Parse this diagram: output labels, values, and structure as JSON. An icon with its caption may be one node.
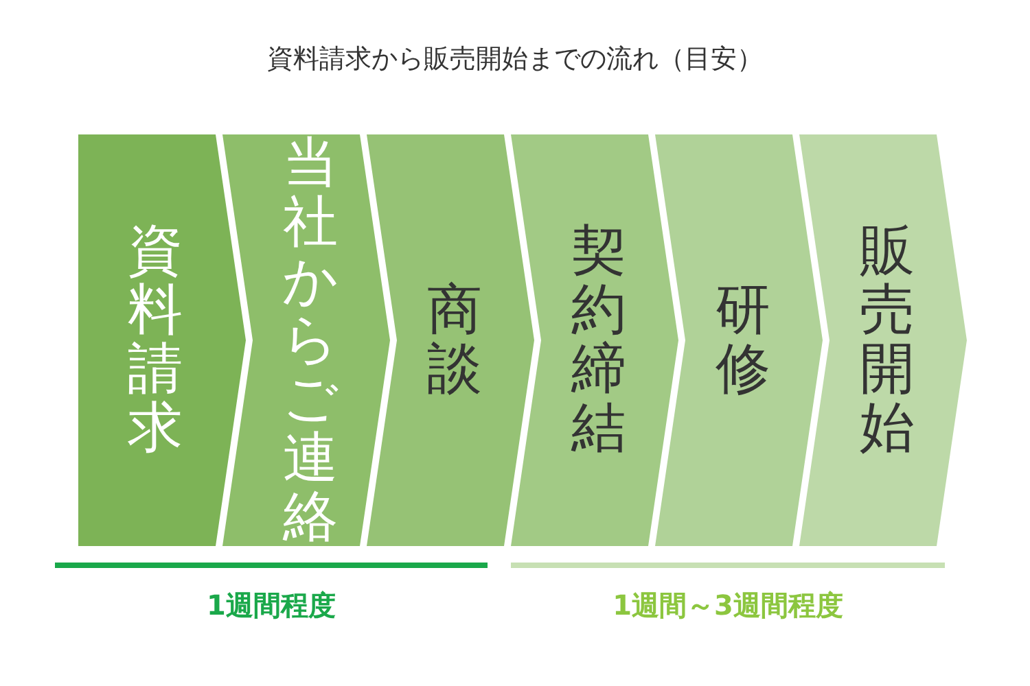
{
  "diagram": {
    "title": "資料請求から販売開始までの流れ（目安）",
    "nodes": [
      {
        "text": [
          "資料請求"
        ]
      },
      {
        "text": [
          "当社からご連絡"
        ]
      },
      {
        "text": [
          "商談"
        ]
      },
      {
        "text": [
          "契約締結"
        ]
      },
      {
        "text": [
          "研修"
        ]
      },
      {
        "text": [
          "販売開始"
        ]
      }
    ],
    "labels": [
      "1週間程度",
      "1週間～3週間程度"
    ]
  }
}
